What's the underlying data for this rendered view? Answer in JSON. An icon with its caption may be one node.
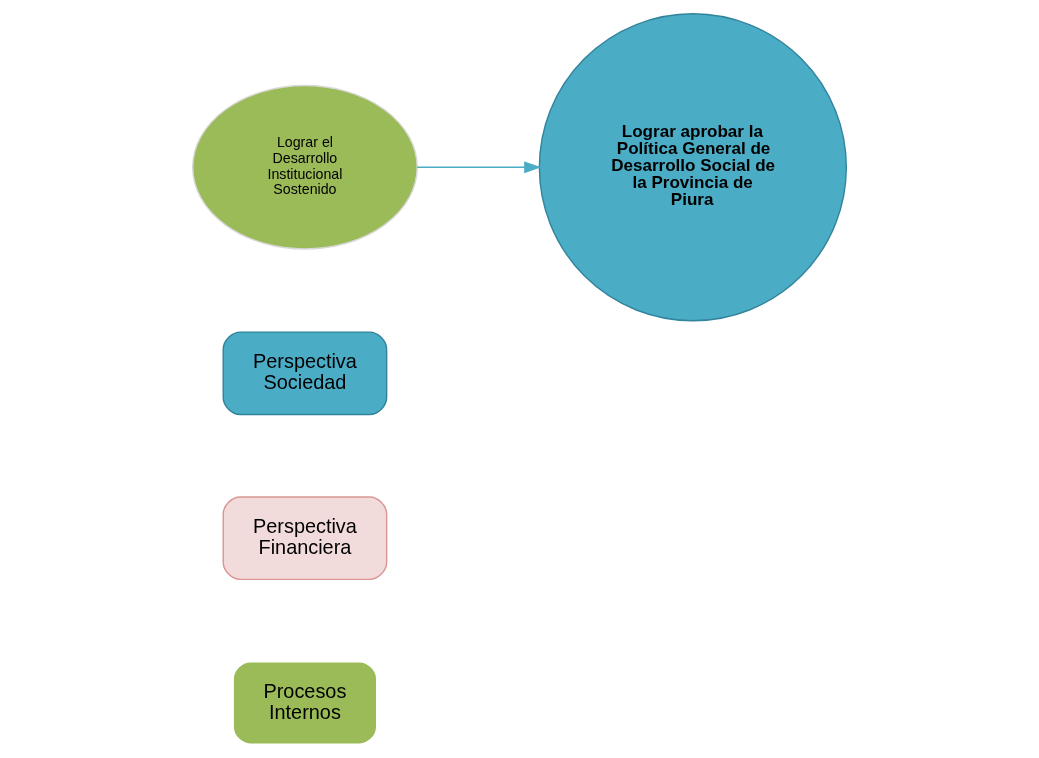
{
  "diagram": {
    "nodes": [
      {
        "text": [
          "Perspectiva Sociedad"
        ]
      },
      {
        "text": [
          "Perspectiva Financiera"
        ]
      },
      {
        "text": [
          "Procesos Internos"
        ]
      },
      {
        "text": [
          "Lograr el Desarrollo Institucional Sostenido"
        ]
      },
      {
        "text": [
          "Lograr aprobar la Política General de Desarrollo Social de la Provincia de Piura"
        ]
      }
    ],
    "edges": [
      {
        "from": 3,
        "to": 4,
        "arrow": "to",
        "color": "#4bacc6"
      }
    ]
  }
}
